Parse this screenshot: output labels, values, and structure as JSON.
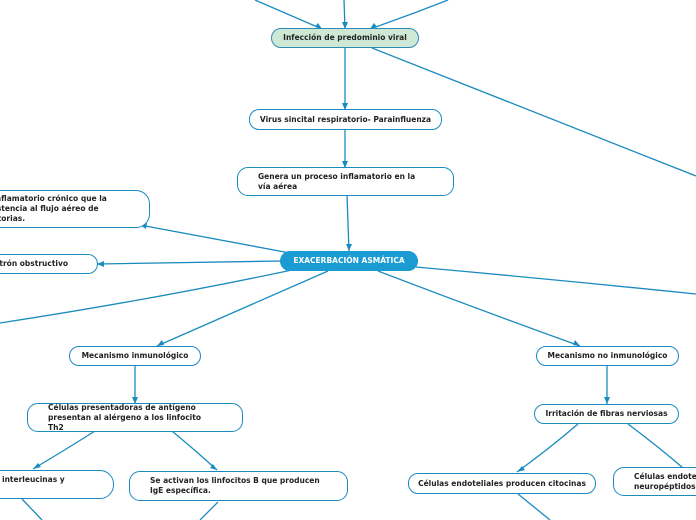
{
  "map": {
    "colors": {
      "line": "#1a8bbf",
      "central_fill": "#1a9bd2",
      "green_fill": "#cfe8d6",
      "text": "#222222"
    },
    "nodes": {
      "infeccion": "Infección de predominio viral",
      "virus": "Virus sincital respiratorio- Parainfluenza",
      "inflamatorio_via": "Genera un proceso inflamatorio en la vía aérea",
      "central": "EXACERBACIÓN ASMÁTICA",
      "cronico": "so inflamatorio crónico que la resistencia al flujo aéreo de piratorias.",
      "obstructivo": "n patrón obstructivo",
      "mec_inmuno": "Mecanismo inmunológico",
      "celulas_presentadoras": "Células presentadoras de antígeno presentan al alérgeno a los linfocito Th2",
      "interleucinas": "n de interleucinas y ón",
      "linfocitos_b": "Se activan los linfocitos B que producen IgE específica.",
      "mec_no_inmuno": "Mecanismo no inmunológico",
      "irritacion": "Irritación de fibras nerviosas",
      "endoteliales_citocinas": "Células endoteliales producen citocinas",
      "endoteliales_neuro": "Células endotel neuropéptidos"
    }
  }
}
